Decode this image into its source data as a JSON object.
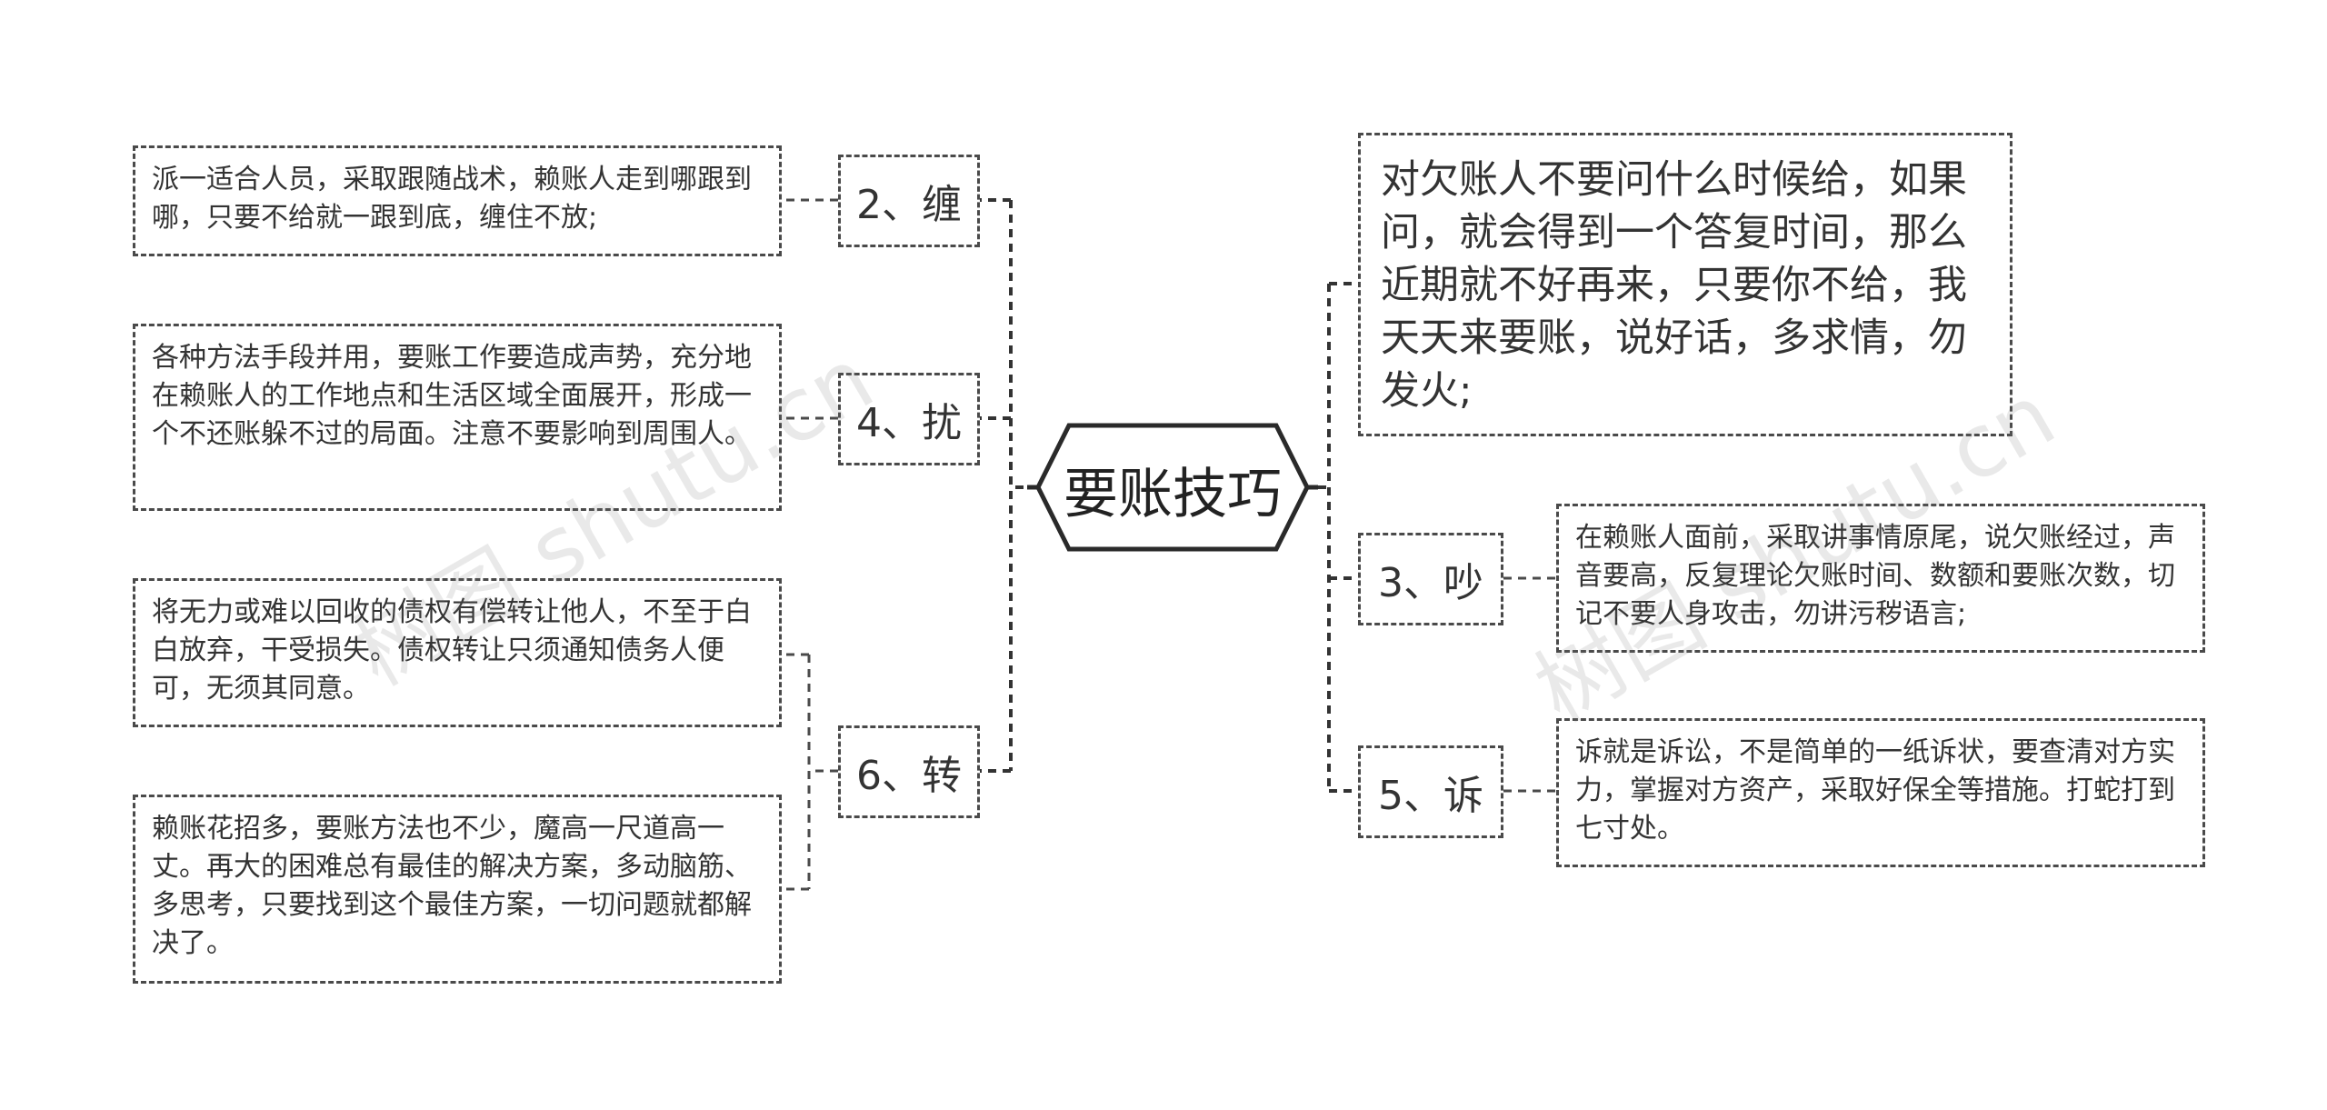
{
  "root": {
    "label": "要账技巧"
  },
  "branches": {
    "chan": {
      "label": "2、缠"
    },
    "rao": {
      "label": "4、扰"
    },
    "zhuan": {
      "label": "6、转"
    },
    "chao": {
      "label": "3、吵"
    },
    "su": {
      "label": "5、诉"
    }
  },
  "leaves": {
    "chan": "派一适合人员，采取跟随战术，赖账人走到哪跟到哪，只要不给就一跟到底，缠住不放;",
    "rao": "各种方法手段并用，要账工作要造成声势，充分地在赖账人的工作地点和生活区域全面展开，形成一个不还账躲不过的局面。注意不要影响到周围人。",
    "zhuan1": "将无力或难以回收的债权有偿转让他人，不至于白白放弃，干受损失。债权转让只须通知债务人便可，无须其同意。",
    "zhuan2": "赖账花招多，要账方法也不少，魔高一尺道高一丈。再大的困难总有最佳的解决方案，多动脑筋、多思考，只要找到这个最佳方案，一切问题就都解决了。",
    "main": "对欠账人不要问什么时候给，如果问，就会得到一个答复时间，那么近期就不好再来，只要你不给，我天天来要账，说好话，多求情，勿发火;",
    "chao": "在赖账人面前，采取讲事情原尾，说欠账经过，声音要高，反复理论欠账时间、数额和要账次数，切记不要人身攻击，勿讲污秽语言;",
    "su": "诉就是诉讼，不是简单的一纸诉状，要查清对方实力，掌握对方资产，采取好保全等措施。打蛇打到七寸处。"
  },
  "watermarks": [
    "树图 shutu.cn",
    "树图 shutu.cn"
  ],
  "colors": {
    "line": "#333333",
    "border": "#4a4a4a",
    "text": "#333333"
  }
}
